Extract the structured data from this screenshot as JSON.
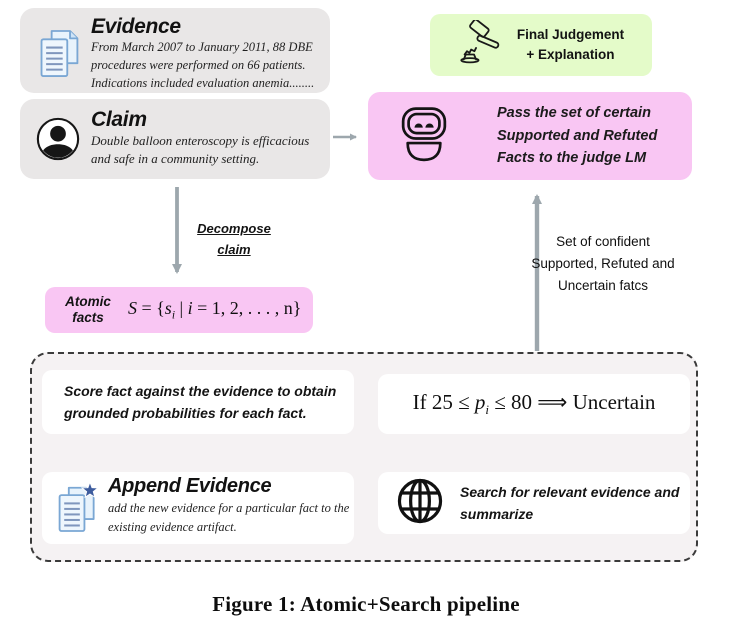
{
  "colors": {
    "gray_box": "#e9e7e7",
    "green_box": "#e4fbc9",
    "pink_box": "#f9c6f3",
    "dashed_fill": "#f5f2f3",
    "card": "#ffffff",
    "arrow_thick": "#9da7ad",
    "arrow_thin": "#a9b2b9",
    "doc_icon_blue": "#7aa7d4",
    "star_blue": "#3d5c9e"
  },
  "evidence": {
    "icon": "document-pages-icon",
    "title": "Evidence",
    "body": "From March 2007 to January 2011, 88 DBE procedures were performed on 66 patients. Indications included evaluation anemia........"
  },
  "claim": {
    "icon": "person-icon",
    "title": "Claim",
    "body": "Double balloon enteroscopy is efficacious and safe in a community setting."
  },
  "final_judgement": {
    "icon": "gavel-icon",
    "line1": "Final Judgement",
    "line2": "+ Explanation"
  },
  "judge": {
    "icon": "robot-icon",
    "text": "Pass the set of certain Supported and Refuted Facts to the judge LM"
  },
  "decompose": {
    "line1": "Decompose",
    "line2": "claim"
  },
  "atomic": {
    "label": "Atomic facts",
    "formula": {
      "S": "S",
      "eq": " = {",
      "s": "s",
      "sub": "i",
      "mid": " | ",
      "i": "i",
      "rest": " = 1, 2, . . . , n}"
    }
  },
  "set_label": {
    "text": "Set of confident Supported, Refuted and Uncertain fatcs"
  },
  "pipeline": {
    "score": "Score fact against the evidence to obtain grounded probabilities for each fact.",
    "uncertain": {
      "pre": "If 25 ≤ ",
      "p": "p",
      "sub": "i",
      "mid": " ≤ 80 ",
      "arrow": "⟹",
      "result": "  Uncertain"
    },
    "append": {
      "icon": "document-star-icon",
      "title": "Append Evidence",
      "body": "add the new evidence for a particular fact to the existing evidence artifact."
    },
    "search": {
      "icon": "globe-icon",
      "text": "Search for relevant evidence and summarize"
    }
  },
  "caption": "Figure 1: Atomic+Search pipeline"
}
